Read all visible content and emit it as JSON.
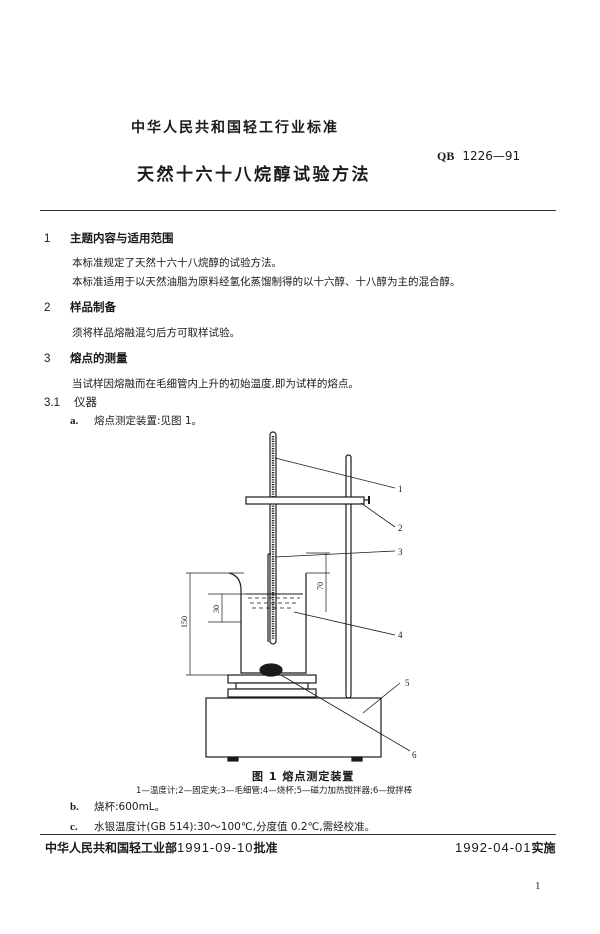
{
  "header": {
    "organization": "中华人民共和国轻工行业标准",
    "standard_code_prefix": "QB",
    "standard_code_number": "1226—91",
    "title": "天然十六十八烷醇试验方法"
  },
  "sections": [
    {
      "number": "1",
      "heading": "主题内容与适用范围",
      "paragraphs": [
        "本标准规定了天然十六十八烷醇的试验方法。",
        "本标准适用于以天然油脂为原料经氢化蒸馏制得的以十六醇、十八醇为主的混合醇。"
      ]
    },
    {
      "number": "2",
      "heading": "样品制备",
      "paragraphs": [
        "须将样品熔融混匀后方可取样试验。"
      ]
    },
    {
      "number": "3",
      "heading": "熔点的测量",
      "paragraphs": [
        "当试样因熔融而在毛细管内上升的初始温度,即为试样的熔点。"
      ]
    }
  ],
  "subsection": {
    "number": "3.1",
    "heading": "仪器",
    "items": [
      {
        "label": "a.",
        "text": "熔点测定装置:见图 1。"
      },
      {
        "label": "b.",
        "text": "烧杯:600mL。"
      },
      {
        "label": "c.",
        "text": "水银温度计(GB 514):30～100℃,分度值 0.2℃,需经校准。"
      }
    ]
  },
  "figure": {
    "caption": "图 1   熔点测定装置",
    "legend": "1—温度计;2—固定夹;3—毛细管;4—烧杯;5—磁力加热搅拌器;6—搅拌棒",
    "callouts": [
      "1",
      "2",
      "3",
      "4",
      "5",
      "6"
    ],
    "dimensions": {
      "beaker_height": "150",
      "liquid_depth": "30",
      "capillary_offset": "70"
    }
  },
  "footer": {
    "approval_org": "中华人民共和国轻工业部",
    "approval_date": "1991-09-10",
    "approval_label": "批准",
    "effective_date": "1992-04-01",
    "effective_label": "实施"
  },
  "page_number": "1"
}
